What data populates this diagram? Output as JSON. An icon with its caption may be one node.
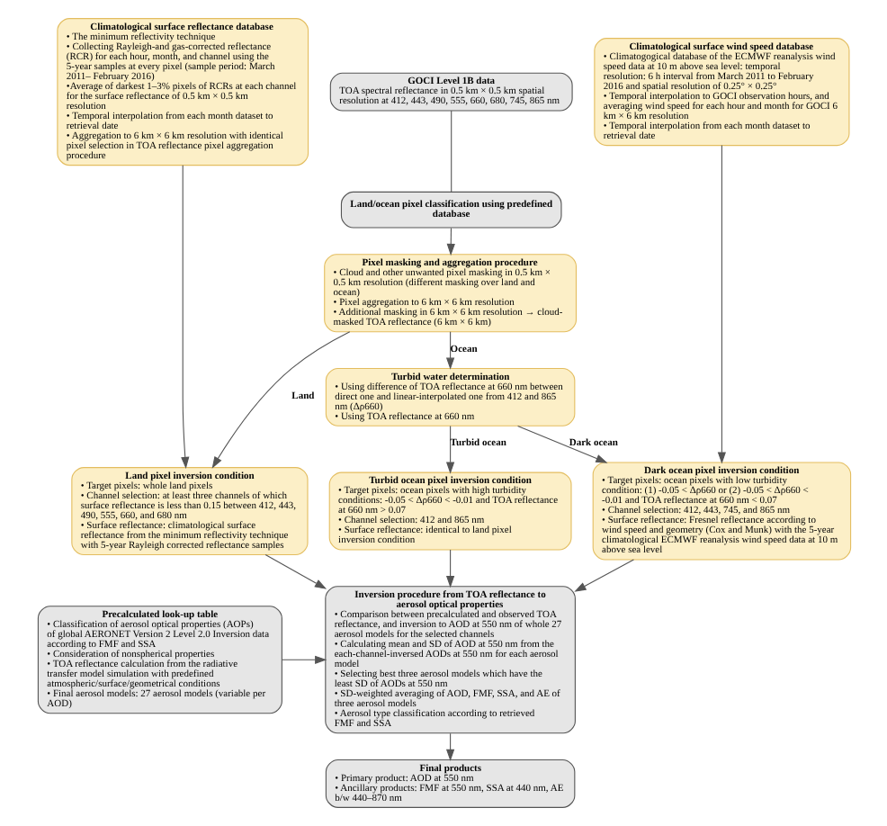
{
  "diagram": {
    "nodes": [
      {
        "text": [
          "Climatological surface reflectance database",
          "• The minimum reflectivity technique",
          "• Collecting Rayleigh-and gas-corrected reflectance (RCR) for each hour, month, and channel using the 5-year samples at every pixel (sample period: March 2011– February 2016)",
          "•Average of darkest 1–3% pixels of RCRs at each channel for the surface reflectance of 0.5 km × 0.5 km resolution",
          "• Temporal interpolation from each month dataset to retrieval date",
          "• Aggregation to 6 km × 6 km resolution with identical pixel selection in TOA reflectance pixel aggregation procedure"
        ]
      },
      {
        "text": [
          "GOCI Level 1B data",
          "TOA spectral reflectance in 0.5 km × 0.5 km spatial resolution at 412, 443, 490, 555, 660, 680, 745, 865 nm"
        ]
      },
      {
        "text": [
          "Land/ocean pixel classification using predefined database"
        ]
      },
      {
        "text": [
          "Pixel masking and aggregation procedure",
          "• Cloud and other unwanted pixel masking in 0.5 km × 0.5 km resolution (different masking over land and ocean)",
          "• Pixel aggregation to 6 km × 6 km resolution",
          "• Additional masking in 6 km × 6 km resolution → cloud-masked TOA reflectance (6 km × 6 km)"
        ]
      },
      {
        "text": [
          "Climatological surface wind speed database",
          "• Climatogogical database of the ECMWF reanalysis wind speed data at 10 m above sea level: temporal resolution: 6 h interval from March 2011 to February 2016 and spatial resolution of 0.25° × 0.25°",
          "• Temporal interpolation to GOCI observation hours, and averaging wind speed for each hour and month for GOCI 6 km × 6 km resolution",
          "• Temporal interpolation from each month dataset to retrieval date"
        ]
      },
      {
        "text": [
          "Turbid water determination",
          "• Using difference of TOA reflectance at 660 nm between direct one and linear-interpolated one from 412 and 865 nm (Δρ660)",
          "• Using TOA reflectance at 660 nm"
        ]
      },
      {
        "text": [
          "Land pixel inversion condition",
          "• Target pixels: whole land pixels",
          "• Channel selection: at least three channels of which surface reflectance is less than 0.15 between 412, 443, 490, 555, 660, and 680 nm",
          "• Surface reflectance: climatological surface reflectance from the minimum reflectivity technique with 5-year Rayleigh corrected reflectance samples"
        ]
      },
      {
        "text": [
          "Turbid ocean pixel inversion condition",
          "• Target pixels: ocean pixels with high turbidity conditions: -0.05 < Δρ660 < -0.01 and TOA reflectance at 660 nm > 0.07",
          "• Channel selection: 412 and 865 nm",
          "• Surface reflectance: identical to land pixel inversion condition"
        ]
      },
      {
        "text": [
          "Dark ocean pixel inversion condition",
          "• Target pixels: ocean pixels with low turbidity condition: (1) -0.05 < Δρ660 or (2) -0.05 < Δρ660 < -0.01 and TOA reflectance at 660 nm < 0.07",
          "• Channel selection: 412, 443, 745, and 865 nm",
          "• Surface reflectance: Fresnel reflectance according to wind speed and geometry (Cox and Munk) with the 5-year climatological ECMWF reanalysis wind speed data at 10 m above sea level"
        ]
      },
      {
        "text": [
          "Precalculated look-up table",
          "• Classification of aerosol optical properties (AOPs) of global AERONET Version 2 Level 2.0 Inversion data according to FMF and SSA",
          "• Consideration of nonspherical properties",
          "• TOA reflectance calculation from the radiative transfer model simulation with predefined atmospheric/surface/geometrical conditions",
          "• Final aerosol models: 27 aerosol models (variable per AOD)"
        ]
      },
      {
        "text": [
          "Inversion procedure from TOA reflectance to aerosol optical properties",
          "• Comparison between precalculated and observed TOA reflectance, and inversion to AOD at 550 nm of whole 27 aerosol models for the selected channels",
          "• Calculating mean and SD of AOD at 550 nm from the each-channel-inversed AODs at 550 nm for each aerosol model",
          "• Selecting best three aerosol models which have the least SD of AODs at 550 nm",
          "• SD-weighted averaging of AOD, FMF, SSA, and AE of three aerosol models",
          "• Aerosol type classification according to retrieved FMF and SSA"
        ]
      },
      {
        "text": [
          "Final products",
          "• Primary product: AOD at 550 nm",
          "• Ancillary products: FMF at 550 nm, SSA at 440 nm, AE b/w 440–870 nm"
        ]
      }
    ],
    "edges": [
      {
        "from": 1,
        "to": 2,
        "arrow": "none"
      },
      {
        "from": 2,
        "to": 3,
        "arrow": "to"
      },
      {
        "from": 3,
        "to": 5,
        "arrow": "to",
        "label": "Ocean"
      },
      {
        "from": 3,
        "to": 6,
        "arrow": "to",
        "label": "Land"
      },
      {
        "from": 0,
        "to": 6,
        "arrow": "to"
      },
      {
        "from": 5,
        "to": 7,
        "arrow": "to",
        "label": "Turbid ocean"
      },
      {
        "from": 5,
        "to": 8,
        "arrow": "to",
        "label": "Dark ocean"
      },
      {
        "from": 4,
        "to": 8,
        "arrow": "to"
      },
      {
        "from": 6,
        "to": 10,
        "arrow": "to"
      },
      {
        "from": 7,
        "to": 10,
        "arrow": "to"
      },
      {
        "from": 8,
        "to": 10,
        "arrow": "to"
      },
      {
        "from": 9,
        "to": 10,
        "arrow": "to"
      },
      {
        "from": 10,
        "to": 11,
        "arrow": "to"
      }
    ]
  }
}
